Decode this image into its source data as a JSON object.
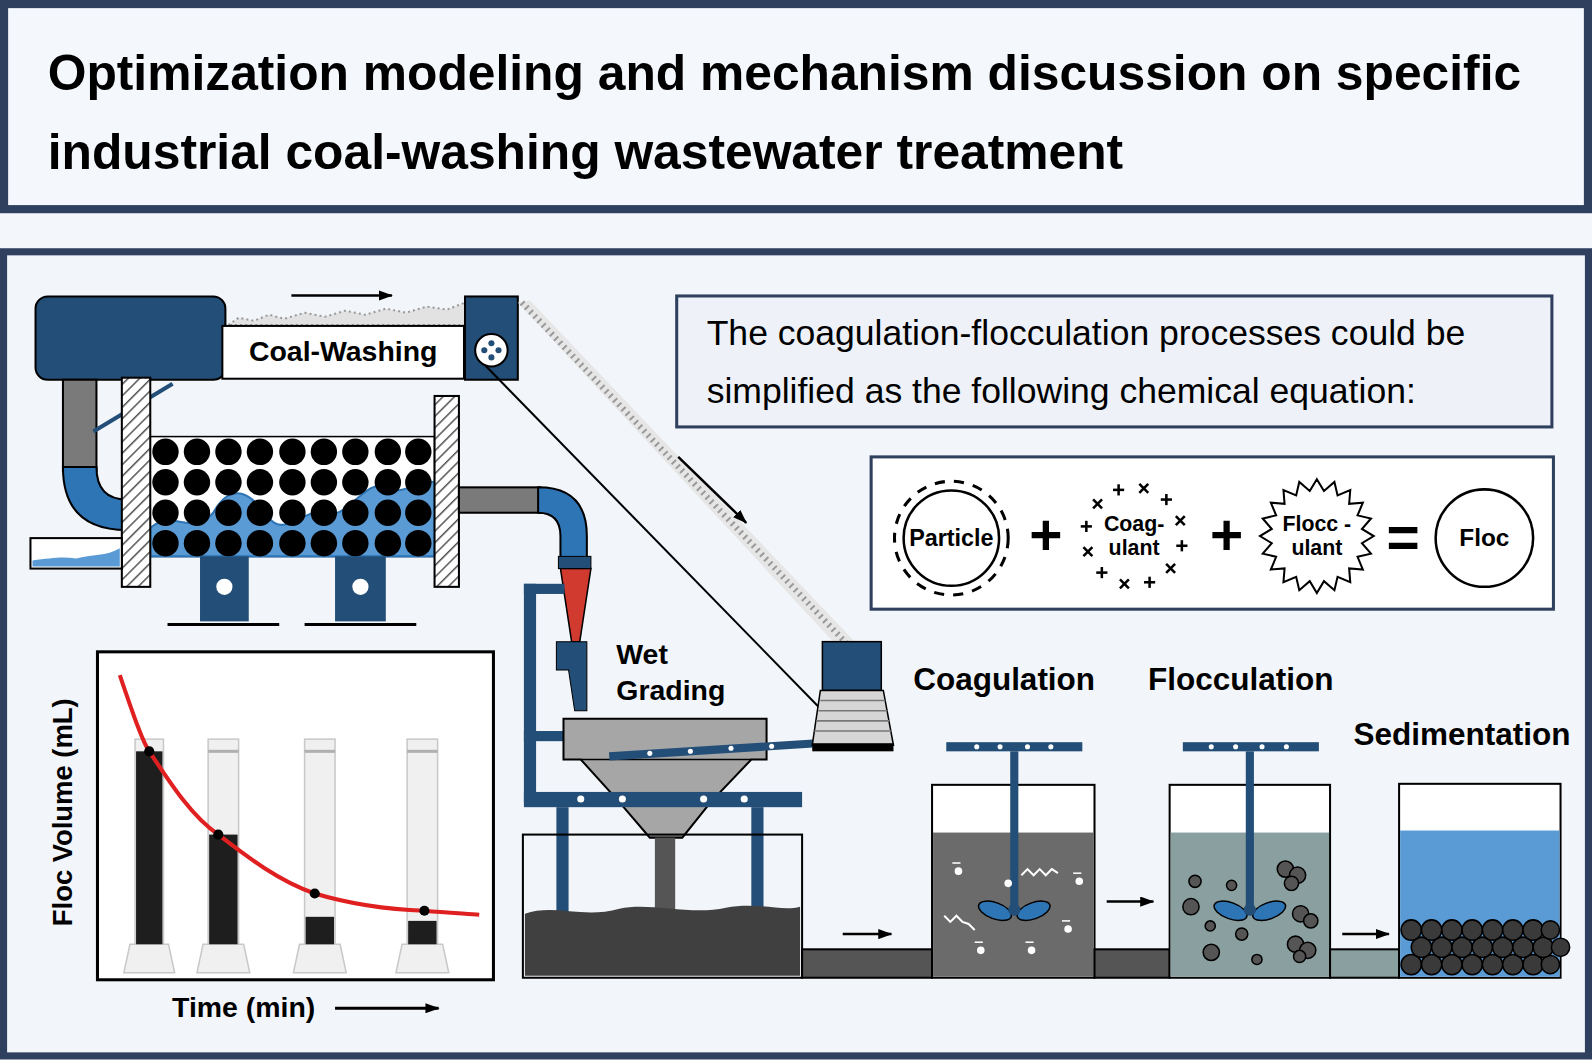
{
  "diagram": {
    "title": "Optimization modeling and mechanism discussion on specific industrial coal-washing wastewater treatment",
    "nodes": [
      {
        "text": [
          "Coal-Washing"
        ]
      },
      {
        "text": [
          "The coagulation-flocculation processes could be simplified as the following chemical equation:"
        ]
      },
      {
        "text": [
          "Particle"
        ]
      },
      {
        "text": [
          "Coag- ulant"
        ]
      },
      {
        "text": [
          "Flocc -ulant"
        ]
      },
      {
        "text": [
          "Floc"
        ]
      }
    ],
    "labels": [
      "+",
      "+",
      "=",
      "Wet Grading",
      "Coagulation",
      "Flocculation",
      "Sedimentation",
      "Floc Volume (mL)",
      "Time (min)"
    ]
  }
}
